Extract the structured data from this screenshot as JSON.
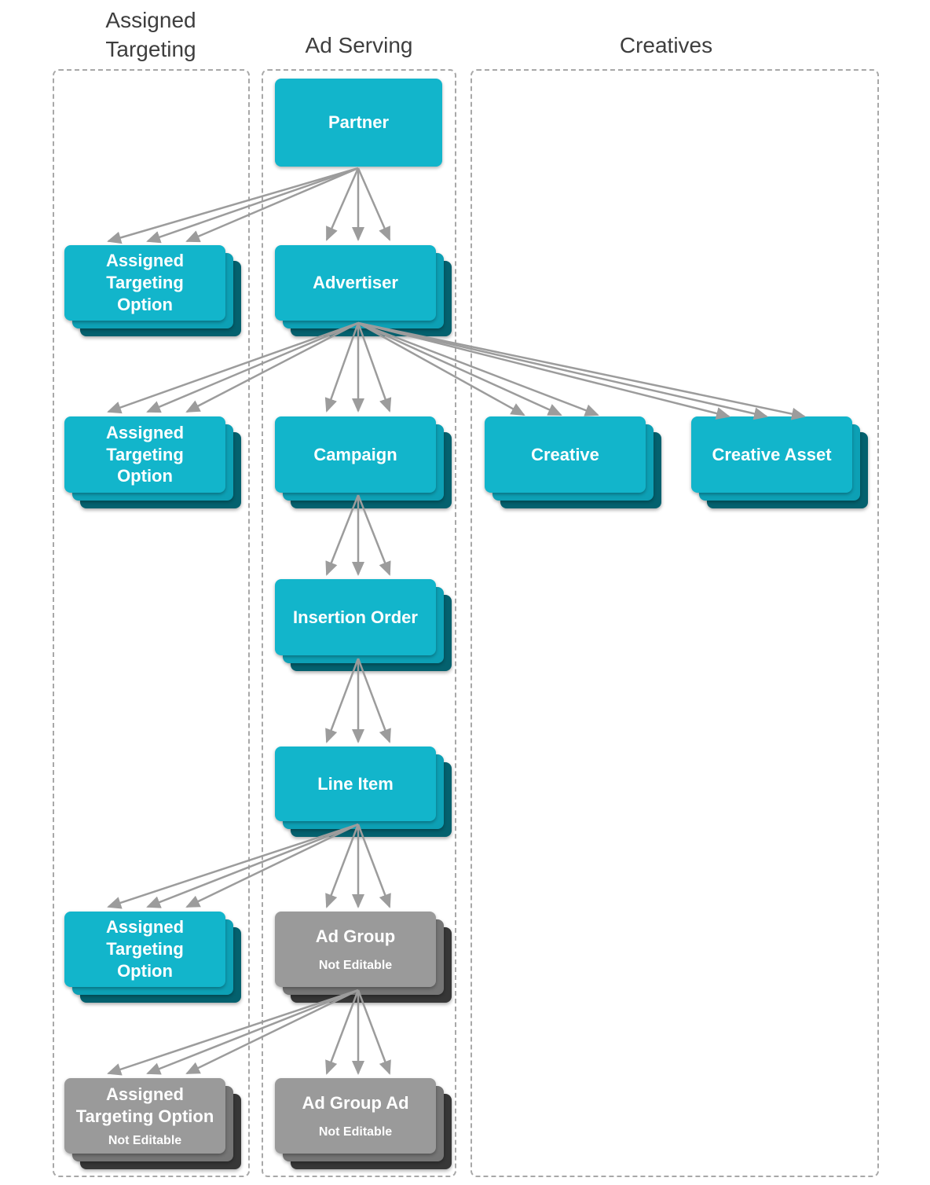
{
  "columns": {
    "assigned_targeting": {
      "title": "Assigned Targeting"
    },
    "ad_serving": {
      "title": "Ad Serving"
    },
    "creatives": {
      "title": "Creatives"
    }
  },
  "nodes": {
    "partner": {
      "label": "Partner"
    },
    "ato_partner": {
      "label": "Assigned\nTargeting\nOption"
    },
    "advertiser": {
      "label": "Advertiser"
    },
    "ato_advertiser": {
      "label": "Assigned\nTargeting\nOption"
    },
    "campaign": {
      "label": "Campaign"
    },
    "creative": {
      "label": "Creative"
    },
    "creative_asset": {
      "label": "Creative Asset"
    },
    "insertion_order": {
      "label": "Insertion Order"
    },
    "line_item": {
      "label": "Line Item"
    },
    "ato_line_item": {
      "label": "Assigned\nTargeting\nOption"
    },
    "ad_group": {
      "label": "Ad Group",
      "sublabel": "Not Editable"
    },
    "ato_ad_group": {
      "label": "Assigned\nTargeting Option",
      "sublabel": "Not Editable"
    },
    "ad_group_ad": {
      "label": "Ad Group Ad",
      "sublabel": "Not Editable"
    }
  },
  "edges": [
    {
      "from": "partner",
      "to": "ato_partner"
    },
    {
      "from": "partner",
      "to": "advertiser"
    },
    {
      "from": "advertiser",
      "to": "ato_advertiser"
    },
    {
      "from": "advertiser",
      "to": "campaign"
    },
    {
      "from": "advertiser",
      "to": "creative"
    },
    {
      "from": "advertiser",
      "to": "creative_asset"
    },
    {
      "from": "campaign",
      "to": "insertion_order"
    },
    {
      "from": "insertion_order",
      "to": "line_item"
    },
    {
      "from": "line_item",
      "to": "ato_line_item"
    },
    {
      "from": "line_item",
      "to": "ad_group"
    },
    {
      "from": "ad_group",
      "to": "ato_ad_group"
    },
    {
      "from": "ad_group",
      "to": "ad_group_ad"
    }
  ],
  "colors": {
    "editable_box": "#12b5cb",
    "editable_stack_mid": "#0da0b5",
    "editable_stack_dark": "#04616e",
    "not_editable_box": "#9a9a9a",
    "not_editable_stack_mid": "#757575",
    "not_editable_stack_dark": "#373737",
    "arrow": "#9c9c9c",
    "column_border": "#a8a8a8",
    "heading_text": "#3e3e3e",
    "box_text": "#ffffff"
  }
}
